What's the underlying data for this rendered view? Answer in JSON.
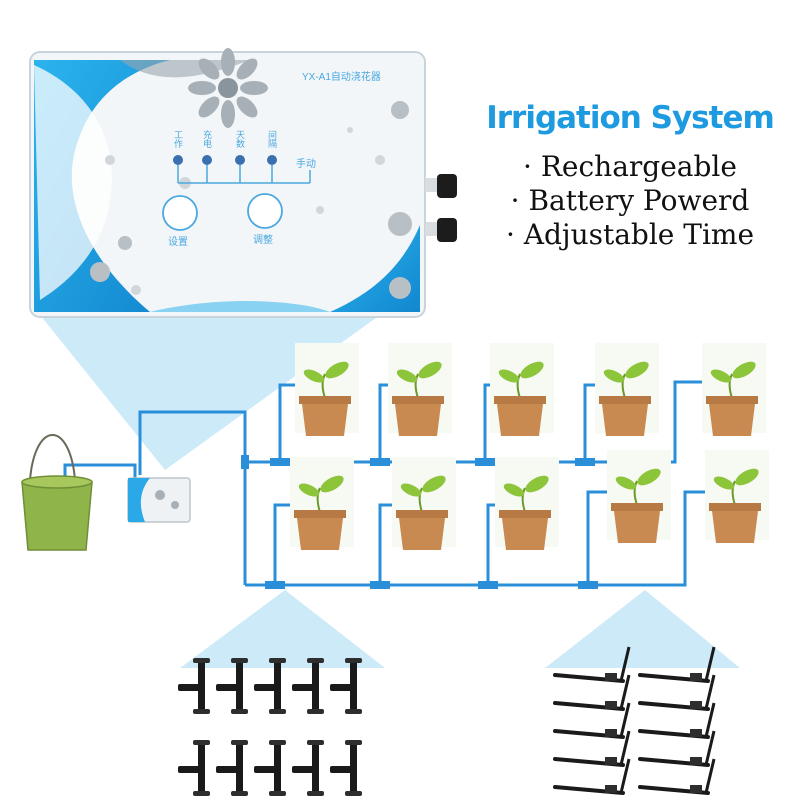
{
  "device": {
    "model_label": "YX-A1自动浇花器",
    "indicators": [
      "工作",
      "充电",
      "天数",
      "间隔",
      "手动"
    ],
    "button_labels": [
      "设置",
      "调整"
    ]
  },
  "headline": {
    "title": "Irrigation System",
    "features": [
      "· Rechargeable",
      "· Battery Powerd",
      "· Adjustable Time"
    ]
  },
  "colors": {
    "accent": "#1e9be0",
    "pipe": "#2a8fd8",
    "pot": "#c98a52",
    "leaf": "#8cc43a",
    "bucket": "#8fb44a"
  },
  "layout_counts": {
    "pot_rows": 2,
    "pots_per_row": 5,
    "tee_connectors": 10,
    "drip_stakes": 10
  }
}
